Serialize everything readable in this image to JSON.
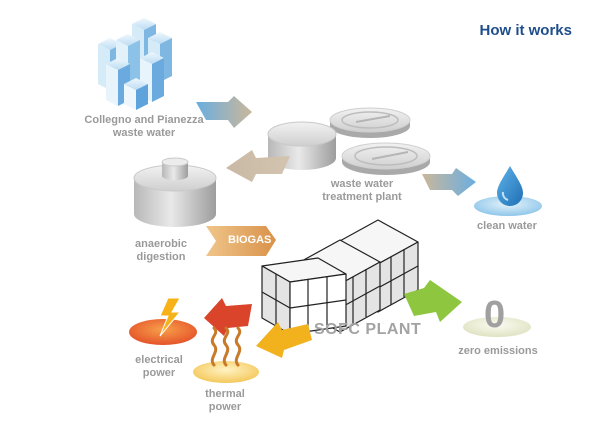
{
  "title": "How it works",
  "labels": {
    "source": [
      "Collegno and Pianezza",
      "waste water"
    ],
    "treatment": [
      "waste water",
      "treatment plant"
    ],
    "clean_water": "clean water",
    "digestion": [
      "anaerobic",
      "digestion"
    ],
    "biogas": "BIOGAS",
    "sofc": "SOFC PLANT",
    "zero_value": "0",
    "zero_emissions": "zero emissions",
    "electrical": [
      "electrical",
      "power"
    ],
    "thermal": [
      "thermal",
      "power"
    ]
  },
  "colors": {
    "title": "#1f4e8c",
    "label": "#9a9a9a",
    "water_blue": "#3f8fd0",
    "biogas_orange": "#e3a75a",
    "electric_red": "#d9442a",
    "thermal_yellow": "#f2b21d",
    "emission_green": "#8ec63f"
  },
  "icons": {
    "buildings": "buildings-icon",
    "tanks": "water-treatment-tanks-icon",
    "digester": "anaerobic-digester-icon",
    "droplet": "water-drop-icon",
    "sofc": "fuel-cell-plant-icon",
    "lightning": "lightning-icon",
    "heat": "heat-waves-icon"
  }
}
